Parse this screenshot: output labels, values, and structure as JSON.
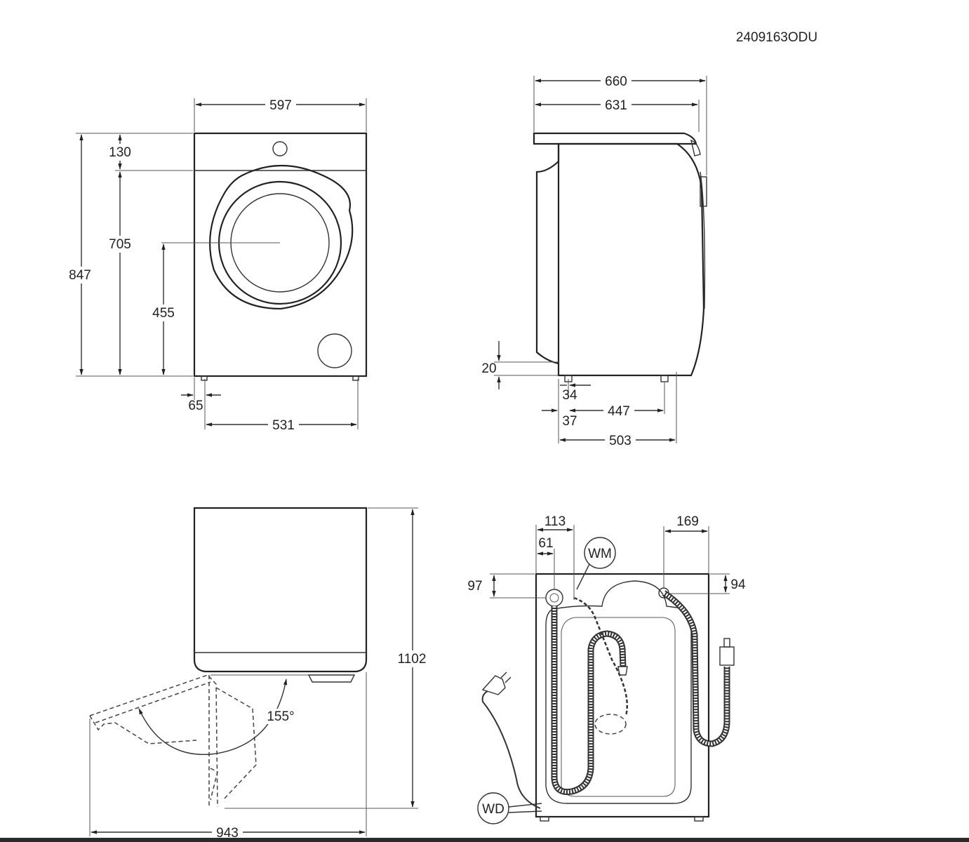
{
  "doc_code": "2409163ODU",
  "front_view": {
    "width_label": "597",
    "top_panel_label": "130",
    "door_top_label": "705",
    "total_height_label": "847",
    "door_center_label": "455",
    "foot_offset_label": "65",
    "foot_span_label": "531"
  },
  "side_view": {
    "depth_total_label": "660",
    "depth_body_label": "631",
    "foot_height_label": "20",
    "foot_a_label": "34",
    "foot_b_label": "37",
    "foot_span_label": "447",
    "base_depth_label": "503"
  },
  "door_open_view": {
    "height_label": "1102",
    "angle_label": "155°",
    "depth_label": "943"
  },
  "rear_view": {
    "dim_113": "113",
    "dim_61": "61",
    "dim_169": "169",
    "dim_97": "97",
    "dim_94": "94",
    "wm_label": "WM",
    "wd_label": "WD"
  }
}
